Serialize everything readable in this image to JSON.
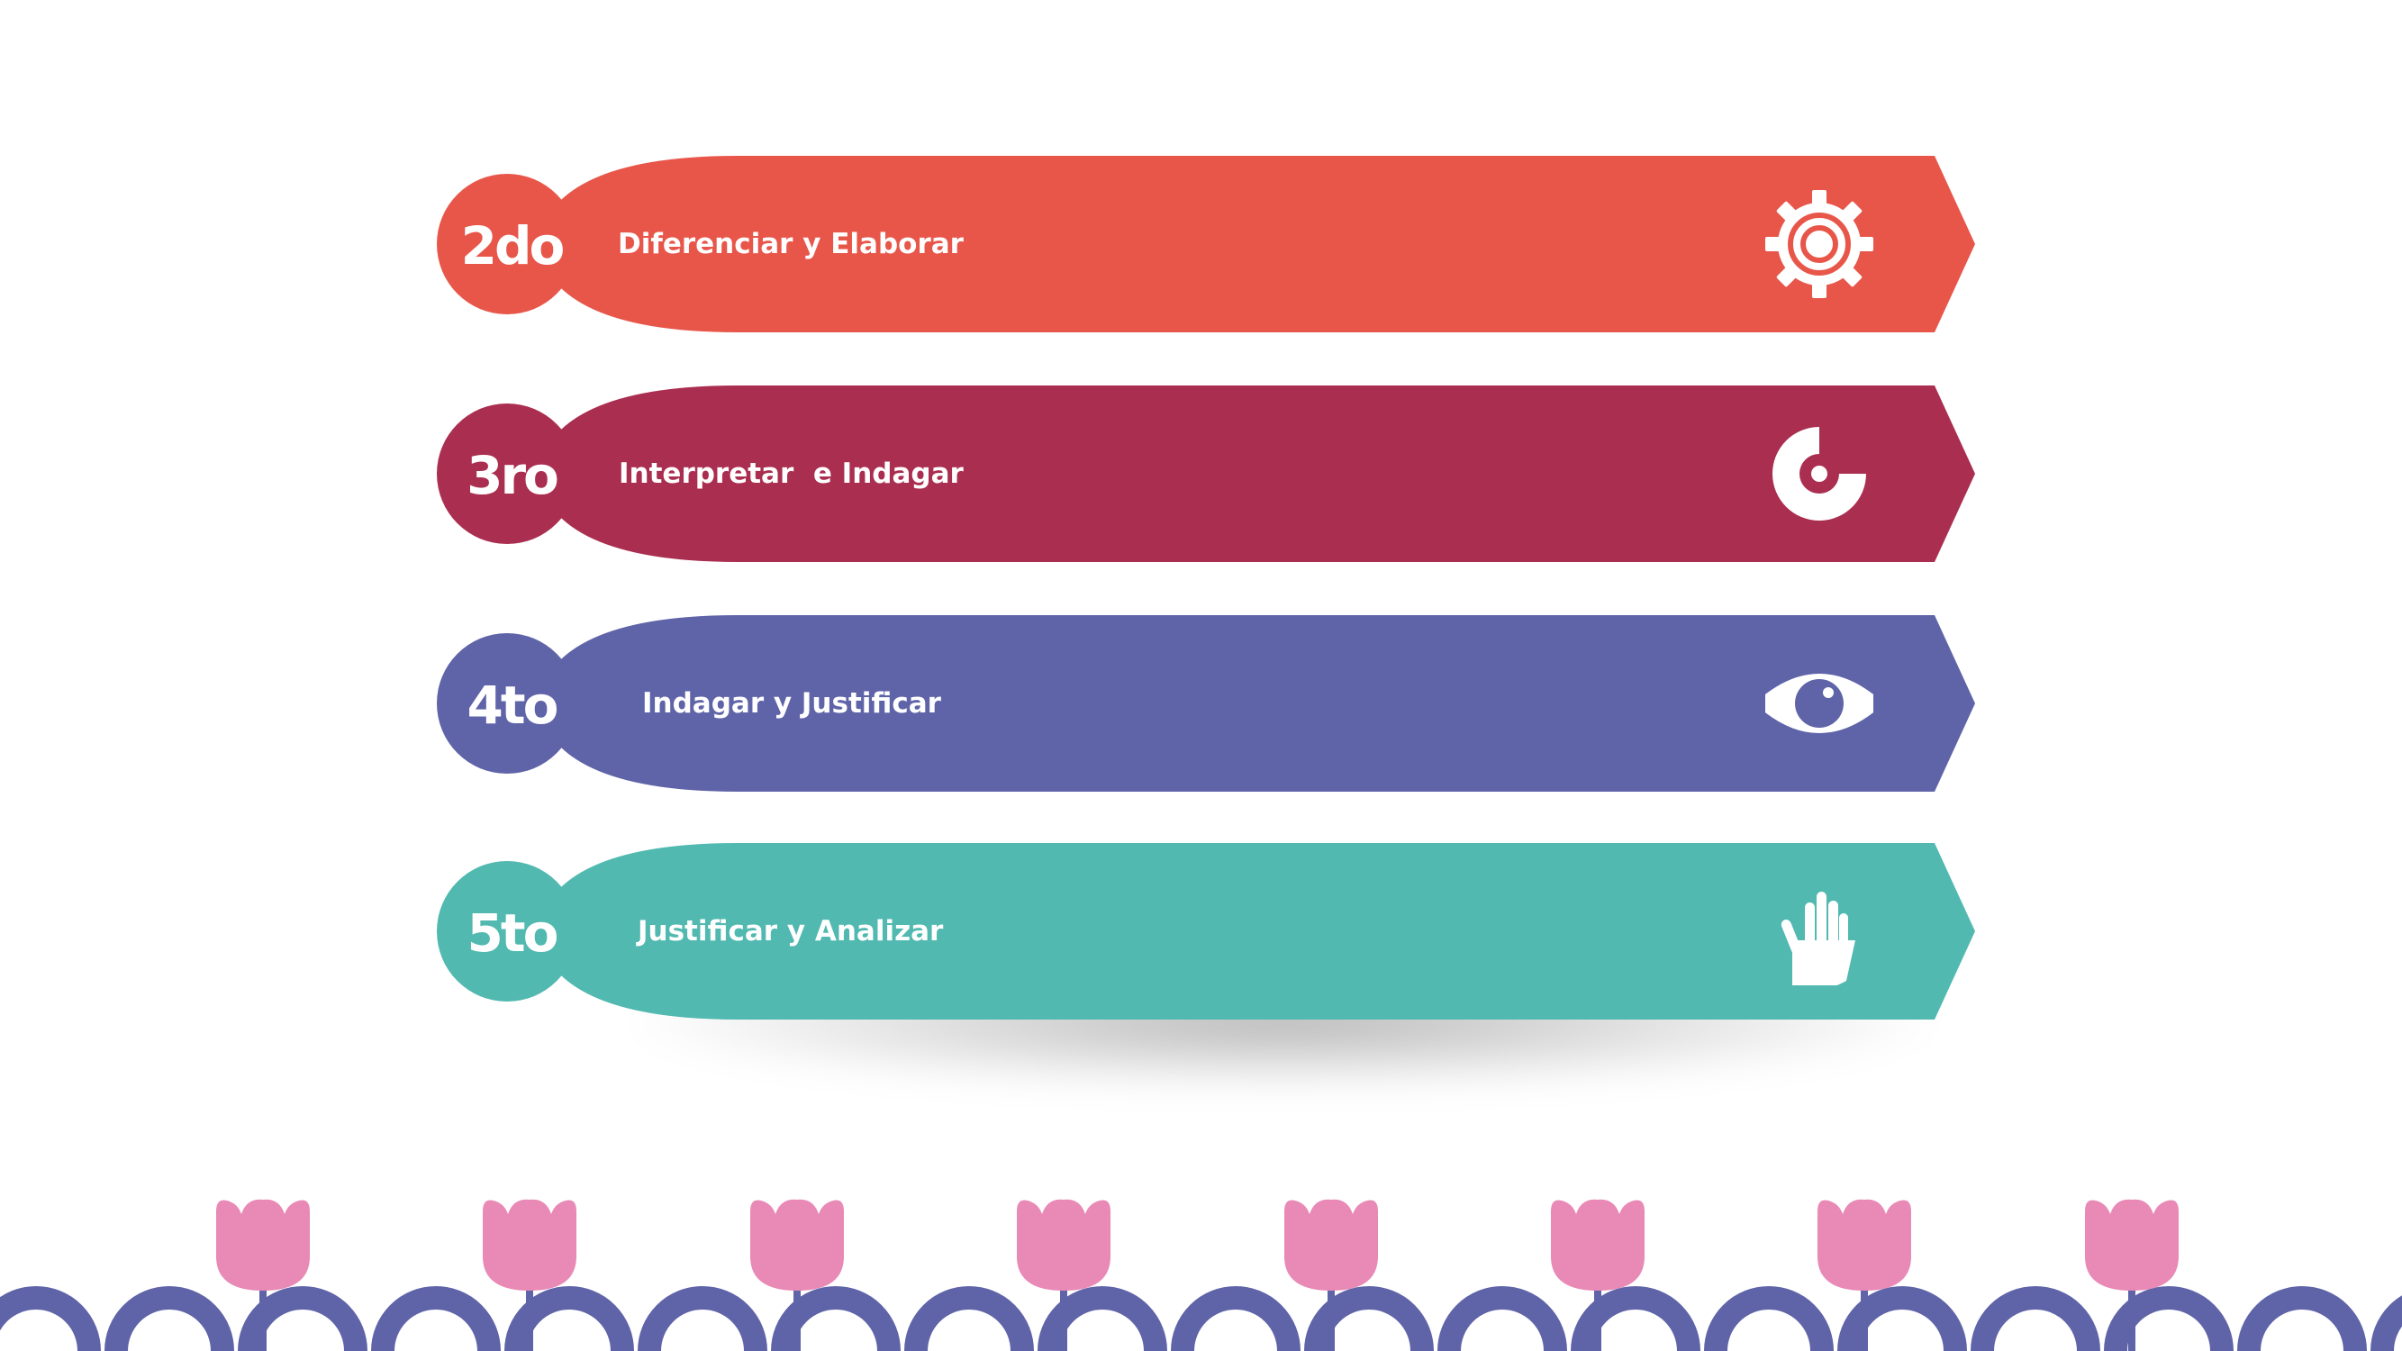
{
  "steps": [
    {
      "number": "2do",
      "label": "Diferenciar y Elaborar",
      "icon": "gear-icon",
      "color": "#E8564A"
    },
    {
      "number": "3ro",
      "label": "Interpretar  e Indagar",
      "icon": "ring-icon",
      "color": "#AA2E50"
    },
    {
      "number": "4to",
      "label": "Indagar y Justificar",
      "icon": "eye-icon",
      "color": "#5F64A8"
    },
    {
      "number": "5to",
      "label": "Justificar y Analizar",
      "icon": "hand-icon",
      "color": "#51B9B0"
    }
  ],
  "decoration": {
    "flower_color": "#E88AB5",
    "wave_color": "#5F64A8",
    "flower_icon": "tulip-icon"
  }
}
